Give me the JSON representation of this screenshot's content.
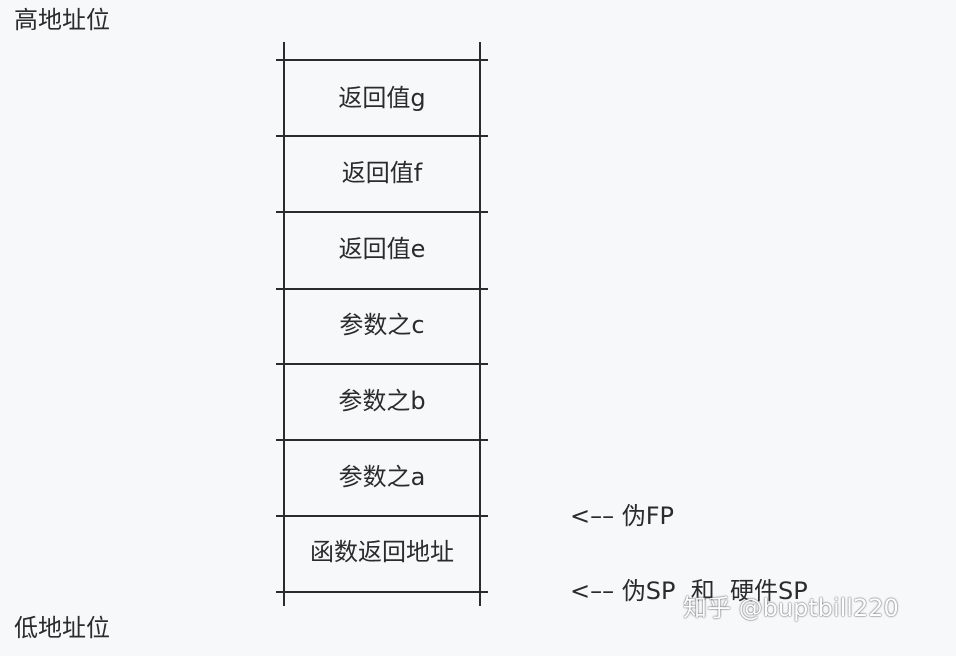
{
  "labels": {
    "high": "高地址位",
    "low": "低地址位"
  },
  "stack": {
    "cells": [
      "返回值g",
      "返回值f",
      "返回值e",
      "参数之c",
      "参数之b",
      "参数之a",
      "函数返回地址"
    ]
  },
  "pointers": {
    "fp": "<–– 伪FP",
    "sp": "<–– 伪SP  和  硬件SP"
  },
  "watermark": {
    "text": "知乎 @buptbill220"
  }
}
